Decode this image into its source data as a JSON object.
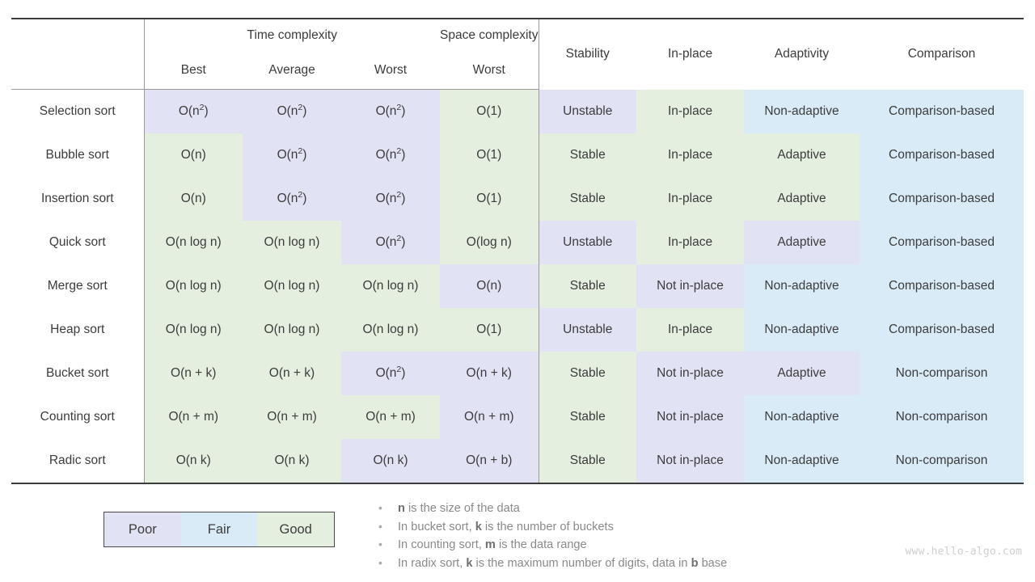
{
  "table": {
    "groups": {
      "time": "Time complexity",
      "space": "Space complexity"
    },
    "sub_headers": {
      "best": "Best",
      "average": "Average",
      "worst_time": "Worst",
      "worst_space": "Worst"
    },
    "attr_headers": {
      "stability": "Stability",
      "in_place": "In-place",
      "adaptivity": "Adaptivity",
      "comparison": "Comparison"
    },
    "rows": [
      {
        "name": "Selection sort",
        "best": {
          "text": "O(n2)",
          "base": "O(n",
          "exp": "2",
          "tail": ")",
          "rating": "poor"
        },
        "average": {
          "text": "O(n2)",
          "base": "O(n",
          "exp": "2",
          "tail": ")",
          "rating": "poor"
        },
        "worst_time": {
          "text": "O(n2)",
          "base": "O(n",
          "exp": "2",
          "tail": ")",
          "rating": "poor"
        },
        "worst_space": {
          "text": "O(1)",
          "base": "O(1)",
          "exp": "",
          "tail": "",
          "rating": "good"
        },
        "stability": {
          "text": "Unstable",
          "rating": "poor"
        },
        "in_place": {
          "text": "In-place",
          "rating": "good"
        },
        "adaptivity": {
          "text": "Non-adaptive",
          "rating": "fair"
        },
        "comparison": {
          "text": "Comparison-based",
          "rating": "fair"
        }
      },
      {
        "name": "Bubble sort",
        "best": {
          "text": "O(n)",
          "base": "O(n)",
          "exp": "",
          "tail": "",
          "rating": "good"
        },
        "average": {
          "text": "O(n2)",
          "base": "O(n",
          "exp": "2",
          "tail": ")",
          "rating": "poor"
        },
        "worst_time": {
          "text": "O(n2)",
          "base": "O(n",
          "exp": "2",
          "tail": ")",
          "rating": "poor"
        },
        "worst_space": {
          "text": "O(1)",
          "base": "O(1)",
          "exp": "",
          "tail": "",
          "rating": "good"
        },
        "stability": {
          "text": "Stable",
          "rating": "good"
        },
        "in_place": {
          "text": "In-place",
          "rating": "good"
        },
        "adaptivity": {
          "text": "Adaptive",
          "rating": "good"
        },
        "comparison": {
          "text": "Comparison-based",
          "rating": "fair"
        }
      },
      {
        "name": "Insertion sort",
        "best": {
          "text": "O(n)",
          "base": "O(n)",
          "exp": "",
          "tail": "",
          "rating": "good"
        },
        "average": {
          "text": "O(n2)",
          "base": "O(n",
          "exp": "2",
          "tail": ")",
          "rating": "poor"
        },
        "worst_time": {
          "text": "O(n2)",
          "base": "O(n",
          "exp": "2",
          "tail": ")",
          "rating": "poor"
        },
        "worst_space": {
          "text": "O(1)",
          "base": "O(1)",
          "exp": "",
          "tail": "",
          "rating": "good"
        },
        "stability": {
          "text": "Stable",
          "rating": "good"
        },
        "in_place": {
          "text": "In-place",
          "rating": "good"
        },
        "adaptivity": {
          "text": "Adaptive",
          "rating": "good"
        },
        "comparison": {
          "text": "Comparison-based",
          "rating": "fair"
        }
      },
      {
        "name": "Quick sort",
        "best": {
          "text": "O(n log n)",
          "base": "O(n log n)",
          "exp": "",
          "tail": "",
          "rating": "good"
        },
        "average": {
          "text": "O(n log n)",
          "base": "O(n log n)",
          "exp": "",
          "tail": "",
          "rating": "good"
        },
        "worst_time": {
          "text": "O(n2)",
          "base": "O(n",
          "exp": "2",
          "tail": ")",
          "rating": "poor"
        },
        "worst_space": {
          "text": "O(log n)",
          "base": "O(log n)",
          "exp": "",
          "tail": "",
          "rating": "good"
        },
        "stability": {
          "text": "Unstable",
          "rating": "poor"
        },
        "in_place": {
          "text": "In-place",
          "rating": "good"
        },
        "adaptivity": {
          "text": "Adaptive",
          "rating": "poor"
        },
        "comparison": {
          "text": "Comparison-based",
          "rating": "fair"
        }
      },
      {
        "name": "Merge sort",
        "best": {
          "text": "O(n log n)",
          "base": "O(n log n)",
          "exp": "",
          "tail": "",
          "rating": "good"
        },
        "average": {
          "text": "O(n log n)",
          "base": "O(n log n)",
          "exp": "",
          "tail": "",
          "rating": "good"
        },
        "worst_time": {
          "text": "O(n log n)",
          "base": "O(n log n)",
          "exp": "",
          "tail": "",
          "rating": "good"
        },
        "worst_space": {
          "text": "O(n)",
          "base": "O(n)",
          "exp": "",
          "tail": "",
          "rating": "poor"
        },
        "stability": {
          "text": "Stable",
          "rating": "good"
        },
        "in_place": {
          "text": "Not in-place",
          "rating": "poor"
        },
        "adaptivity": {
          "text": "Non-adaptive",
          "rating": "fair"
        },
        "comparison": {
          "text": "Comparison-based",
          "rating": "fair"
        }
      },
      {
        "name": "Heap sort",
        "best": {
          "text": "O(n log n)",
          "base": "O(n log n)",
          "exp": "",
          "tail": "",
          "rating": "good"
        },
        "average": {
          "text": "O(n log n)",
          "base": "O(n log n)",
          "exp": "",
          "tail": "",
          "rating": "good"
        },
        "worst_time": {
          "text": "O(n log n)",
          "base": "O(n log n)",
          "exp": "",
          "tail": "",
          "rating": "good"
        },
        "worst_space": {
          "text": "O(1)",
          "base": "O(1)",
          "exp": "",
          "tail": "",
          "rating": "good"
        },
        "stability": {
          "text": "Unstable",
          "rating": "poor"
        },
        "in_place": {
          "text": "In-place",
          "rating": "good"
        },
        "adaptivity": {
          "text": "Non-adaptive",
          "rating": "fair"
        },
        "comparison": {
          "text": "Comparison-based",
          "rating": "fair"
        }
      },
      {
        "name": "Bucket sort",
        "best": {
          "text": "O(n + k)",
          "base": "O(n + k)",
          "exp": "",
          "tail": "",
          "rating": "good"
        },
        "average": {
          "text": "O(n + k)",
          "base": "O(n + k)",
          "exp": "",
          "tail": "",
          "rating": "good"
        },
        "worst_time": {
          "text": "O(n2)",
          "base": "O(n",
          "exp": "2",
          "tail": ")",
          "rating": "poor"
        },
        "worst_space": {
          "text": "O(n + k)",
          "base": "O(n + k)",
          "exp": "",
          "tail": "",
          "rating": "poor"
        },
        "stability": {
          "text": "Stable",
          "rating": "good"
        },
        "in_place": {
          "text": "Not in-place",
          "rating": "poor"
        },
        "adaptivity": {
          "text": "Adaptive",
          "rating": "poor"
        },
        "comparison": {
          "text": "Non-comparison",
          "rating": "fair"
        }
      },
      {
        "name": "Counting sort",
        "best": {
          "text": "O(n + m)",
          "base": "O(n + m)",
          "exp": "",
          "tail": "",
          "rating": "good"
        },
        "average": {
          "text": "O(n + m)",
          "base": "O(n + m)",
          "exp": "",
          "tail": "",
          "rating": "good"
        },
        "worst_time": {
          "text": "O(n + m)",
          "base": "O(n + m)",
          "exp": "",
          "tail": "",
          "rating": "good"
        },
        "worst_space": {
          "text": "O(n + m)",
          "base": "O(n + m)",
          "exp": "",
          "tail": "",
          "rating": "poor"
        },
        "stability": {
          "text": "Stable",
          "rating": "good"
        },
        "in_place": {
          "text": "Not in-place",
          "rating": "poor"
        },
        "adaptivity": {
          "text": "Non-adaptive",
          "rating": "fair"
        },
        "comparison": {
          "text": "Non-comparison",
          "rating": "fair"
        }
      },
      {
        "name": "Radic sort",
        "best": {
          "text": "O(n k)",
          "base": "O(n k)",
          "exp": "",
          "tail": "",
          "rating": "good"
        },
        "average": {
          "text": "O(n k)",
          "base": "O(n k)",
          "exp": "",
          "tail": "",
          "rating": "good"
        },
        "worst_time": {
          "text": "O(n k)",
          "base": "O(n k)",
          "exp": "",
          "tail": "",
          "rating": "poor"
        },
        "worst_space": {
          "text": "O(n + b)",
          "base": "O(n + b)",
          "exp": "",
          "tail": "",
          "rating": "poor"
        },
        "stability": {
          "text": "Stable",
          "rating": "good"
        },
        "in_place": {
          "text": "Not in-place",
          "rating": "poor"
        },
        "adaptivity": {
          "text": "Non-adaptive",
          "rating": "fair"
        },
        "comparison": {
          "text": "Non-comparison",
          "rating": "fair"
        }
      }
    ]
  },
  "legend": {
    "items": [
      {
        "label": "Poor",
        "rating": "poor",
        "color": "#e2e2f5"
      },
      {
        "label": "Fair",
        "rating": "fair",
        "color": "#daebf8"
      },
      {
        "label": "Good",
        "rating": "good",
        "color": "#e4efdf"
      }
    ]
  },
  "notes": {
    "bullet": "•",
    "items": [
      {
        "pre": "",
        "sym1": "n",
        "mid": " is the size of the data",
        "sym2": "",
        "post": ""
      },
      {
        "pre": "In bucket sort, ",
        "sym1": "k",
        "mid": " is the number of buckets",
        "sym2": "",
        "post": ""
      },
      {
        "pre": "In counting sort, ",
        "sym1": "m",
        "mid": " is the data range",
        "sym2": "",
        "post": ""
      },
      {
        "pre": "In radix sort, ",
        "sym1": "k",
        "mid": " is the maximum number of digits, data in ",
        "sym2": "b",
        "post": " base"
      }
    ]
  },
  "watermark": "www.hello-algo.com"
}
